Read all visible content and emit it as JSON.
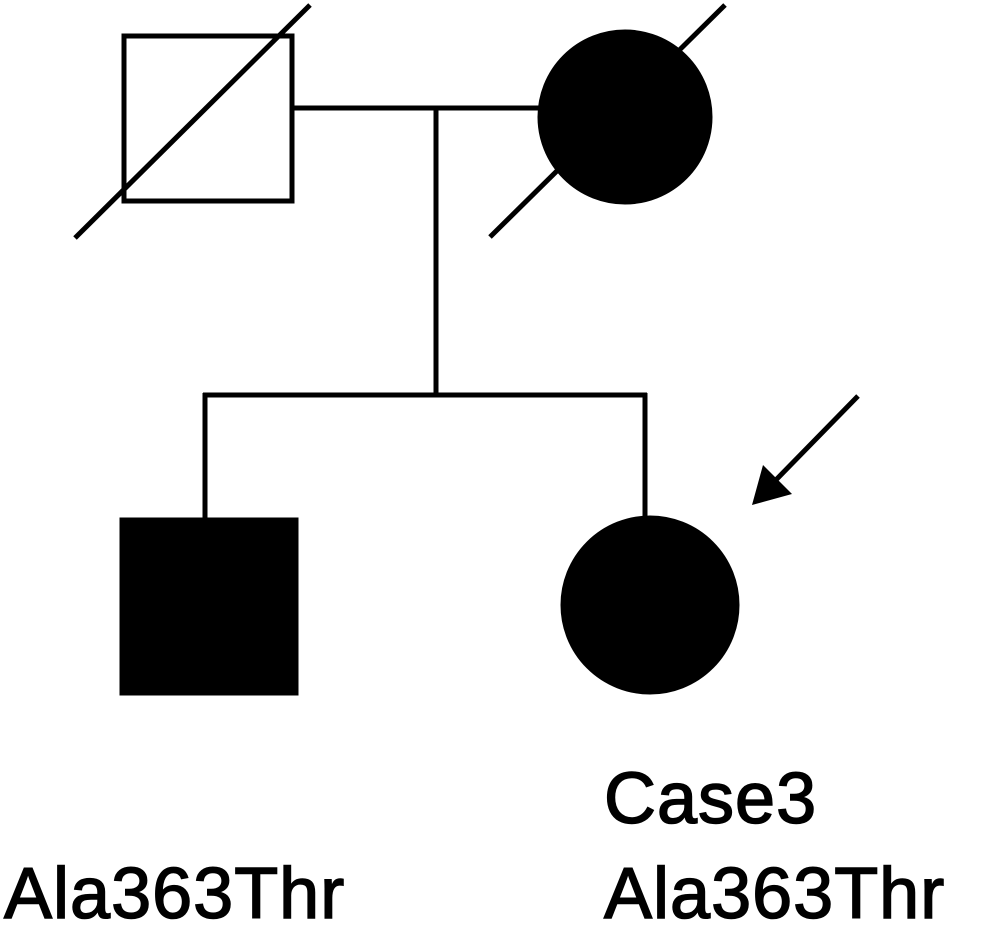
{
  "pedigree": {
    "individuals": [
      {
        "id": "father",
        "sex": "male",
        "affected": false,
        "deceased": true
      },
      {
        "id": "mother",
        "sex": "female",
        "affected": true,
        "deceased": true
      },
      {
        "id": "son",
        "sex": "male",
        "affected": true,
        "deceased": false,
        "label": "Ala363Thr"
      },
      {
        "id": "proband",
        "sex": "female",
        "affected": true,
        "deceased": false,
        "proband": true,
        "case_label": "Case3",
        "label": "Ala363Thr"
      }
    ],
    "colors": {
      "line": "#000000",
      "affected_fill": "#000000",
      "unaffected_fill": "#ffffff"
    }
  }
}
